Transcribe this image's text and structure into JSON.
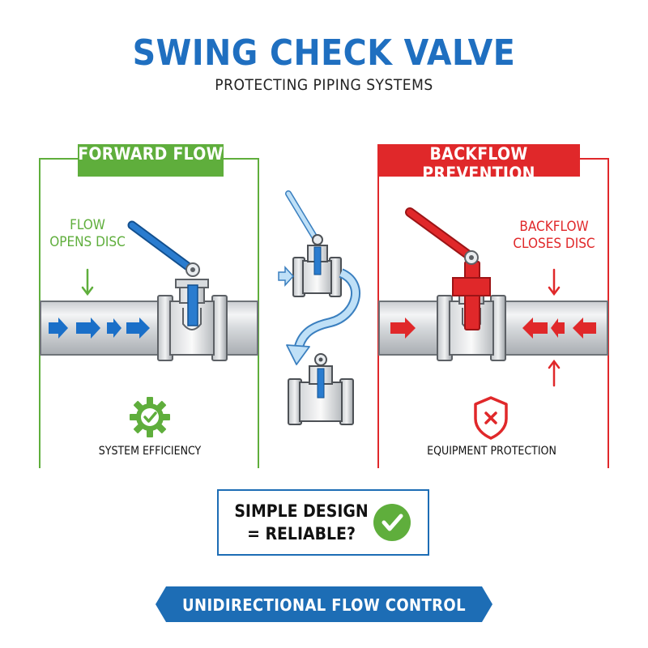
{
  "header": {
    "title": "SWING CHECK VALVE",
    "subtitle": "PROTECTING PIPING SYSTEMS"
  },
  "left_panel": {
    "heading": "FORWARD FLOW",
    "callout_line1": "FLOW",
    "callout_line2": "OPENS DISC",
    "footer_label": "SYSTEM EFFICIENCY",
    "icon": "gear-check-icon"
  },
  "right_panel": {
    "heading": "BACKFLOW PREVENTION",
    "callout_line1": "BACKFLOW",
    "callout_line2": "CLOSES DISC",
    "footer_label": "EQUIPMENT PROTECTION",
    "icon": "shield-x-icon"
  },
  "summary": {
    "line1": "SIMPLE DESIGN",
    "line2": "= RELIABLE?",
    "icon": "check-circle-icon"
  },
  "banner": {
    "text": "UNIDIRECTIONAL FLOW CONTROL"
  },
  "colors": {
    "title_blue": "#1f6fc0",
    "green": "#5fae3c",
    "red": "#e0282a",
    "flow_blue": "#1a6fc8",
    "banner_blue": "#1d6db5",
    "summary_border": "#1d6db5"
  }
}
